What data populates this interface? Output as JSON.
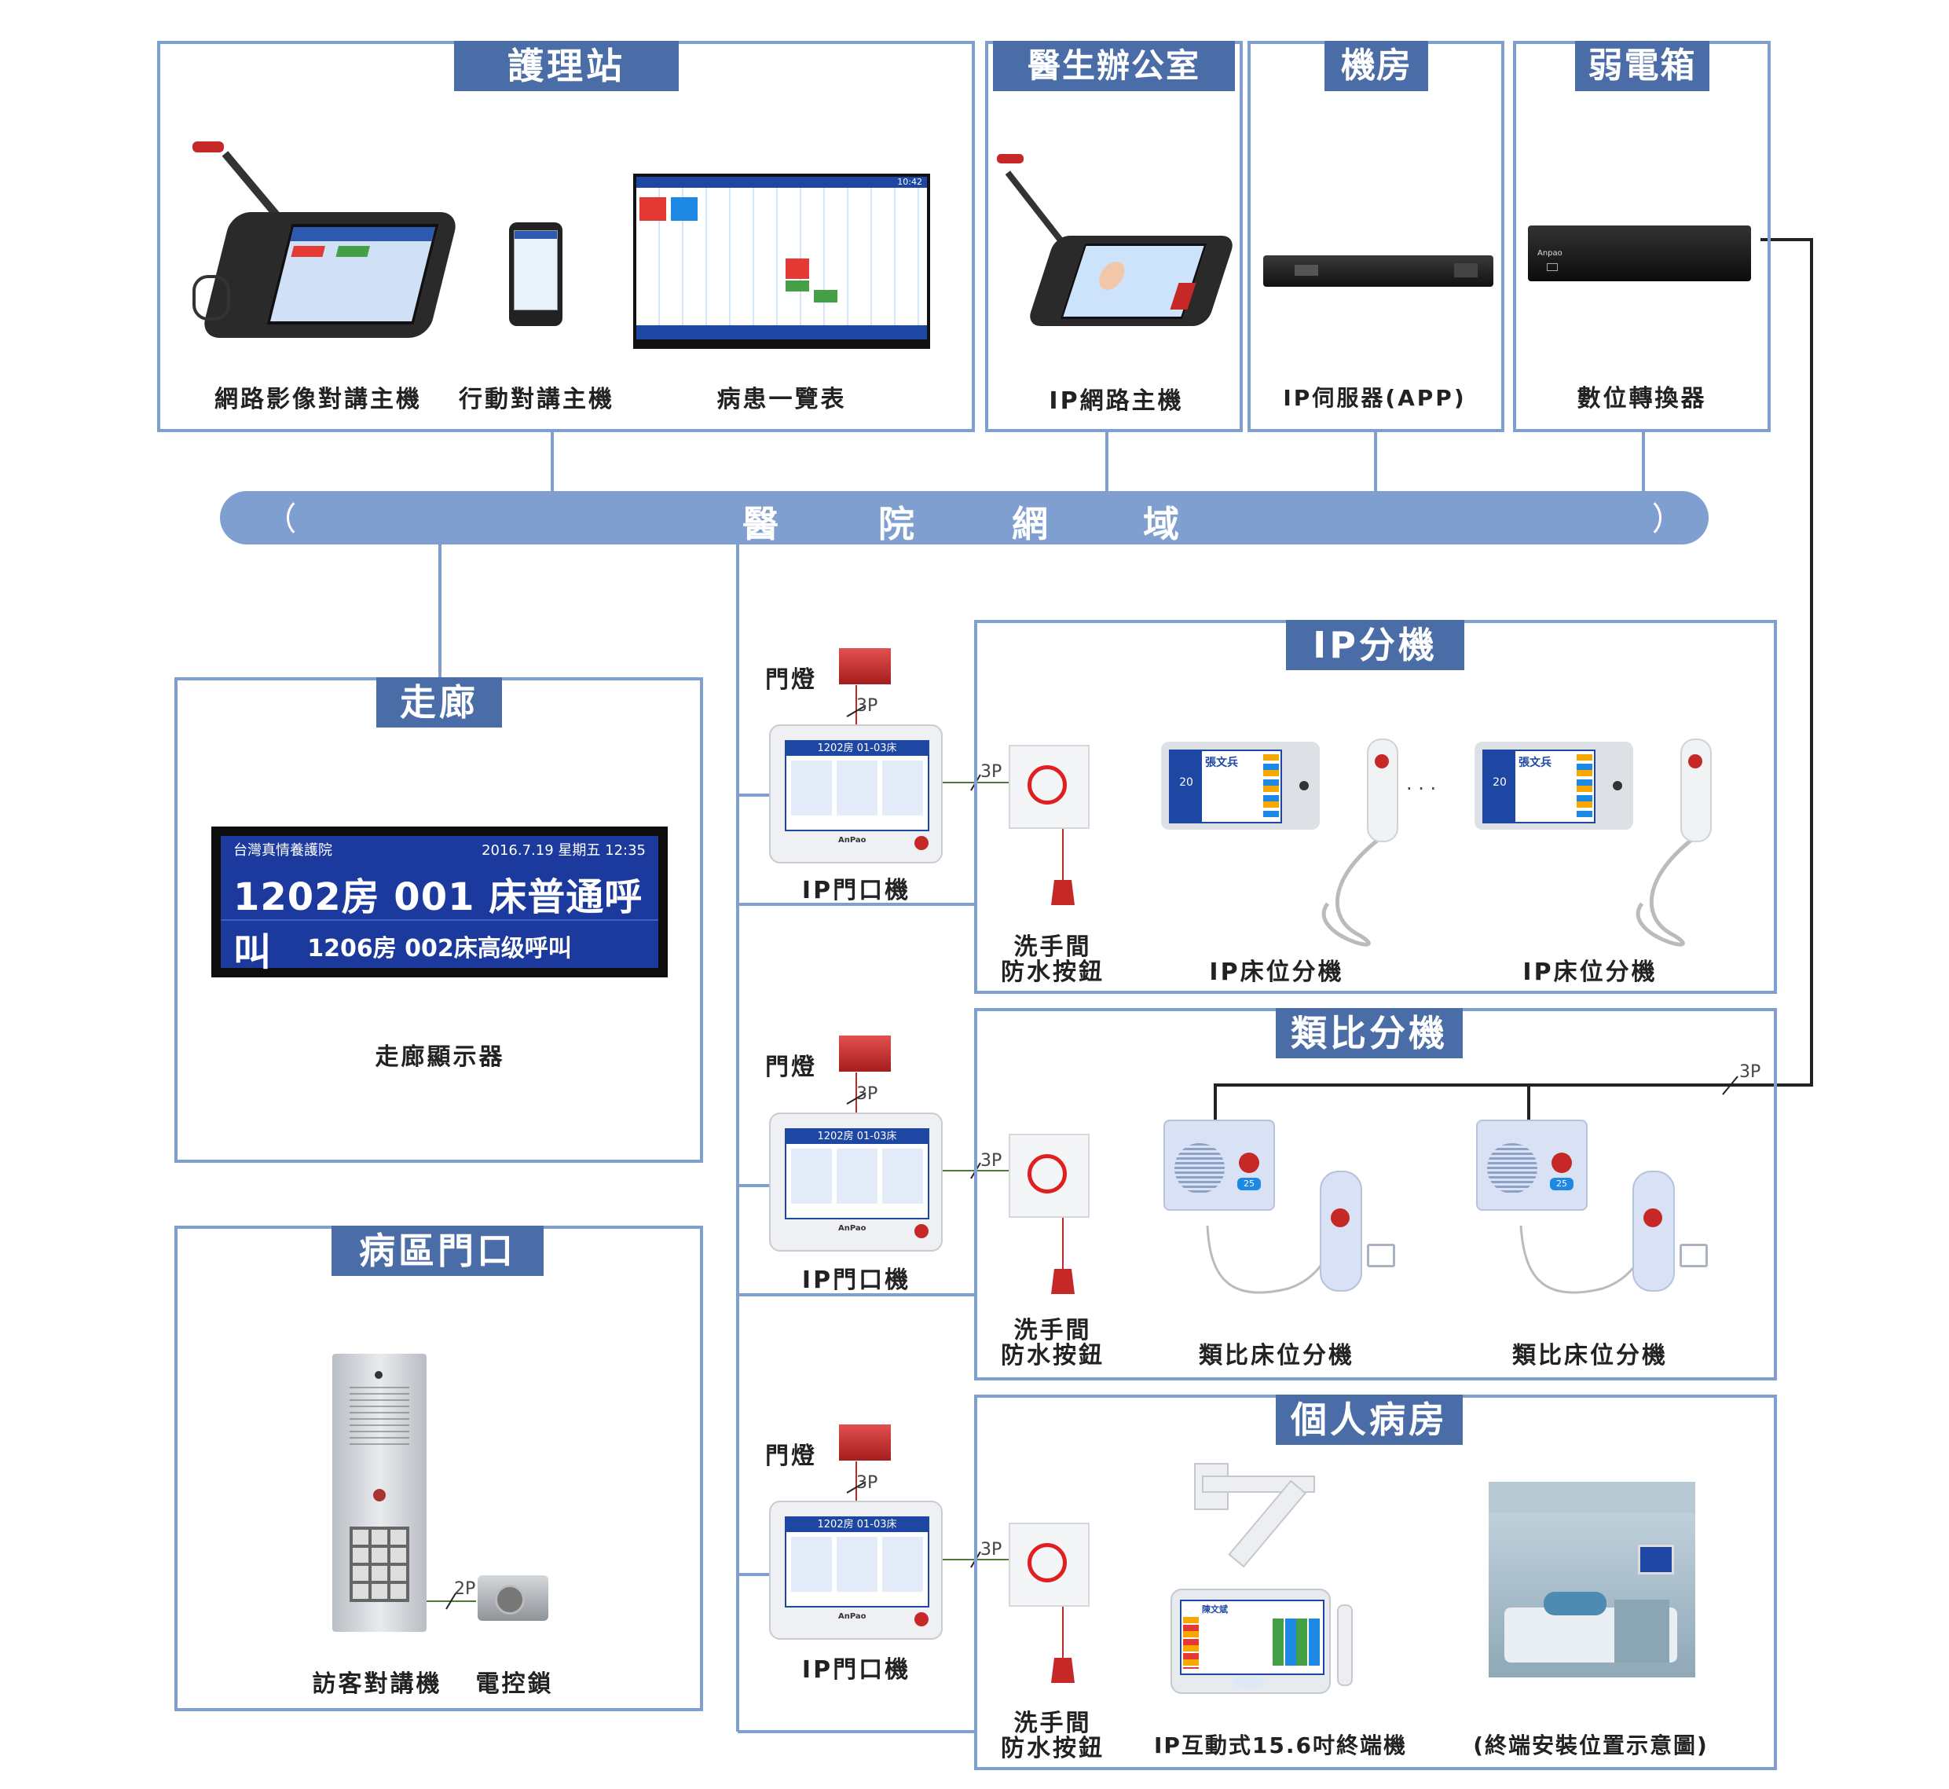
{
  "colors": {
    "accent": "#7f9fd0",
    "tab_fill": "#4a6da8",
    "bus_fill": "#7f9fd0",
    "wire": "#222222",
    "door_light": "#c62828"
  },
  "sections": {
    "nursing_station": "護理站",
    "doctor_office": "醫生辦公室",
    "machine_room": "機房",
    "weak_box": "弱電箱",
    "corridor": "走廊",
    "ward_entrance": "病區門口",
    "ip_extension": "IP分機",
    "analog_extension": "類比分機",
    "private_room": "個人病房"
  },
  "devices": {
    "video_intercom_host": "網路影像對講主機",
    "mobile_intercom_host": "行動對講主機",
    "patient_overview": "病患一覽表",
    "ip_network_host": "IP網路主機",
    "ip_server": "IP伺服器(APP)",
    "digital_converter": "數位轉換器",
    "corridor_display": "走廊顯示器",
    "visitor_intercom": "訪客對講機",
    "electric_lock": "電控鎖",
    "door_light": "門燈",
    "ip_door_unit": "IP門口機",
    "bath_button_line1": "洗手間",
    "bath_button_line2": "防水按鈕",
    "ip_bed_unit": "IP床位分機",
    "analog_bed_unit": "類比床位分機",
    "ip_terminal": "IP互動式15.6吋終端機",
    "install_example": "(終端安裝位置示意圖)"
  },
  "bus": {
    "label_chars": [
      "醫",
      "院",
      "網",
      "域"
    ]
  },
  "wire_labels": {
    "three_p": "3P",
    "two_p": "2P",
    "ellipsis": "· · ·"
  },
  "corridor_display": {
    "hospital": "台灣真情養護院",
    "datetime": "2016.7.19 星期五 12:35",
    "call_main": "1202房 001 床普通呼叫",
    "call_sub": "1206房 002床高级呼叫"
  },
  "door_unit_screen": {
    "room_beds": "1202房 01-03床",
    "brand": "AnPao"
  },
  "bed_unit_screen": {
    "patient": "張文兵",
    "bed": "20"
  },
  "analog_unit": {
    "number": "25"
  },
  "terminal_screen": {
    "patient": "陳文斌"
  },
  "host_screen_time": "10:42"
}
